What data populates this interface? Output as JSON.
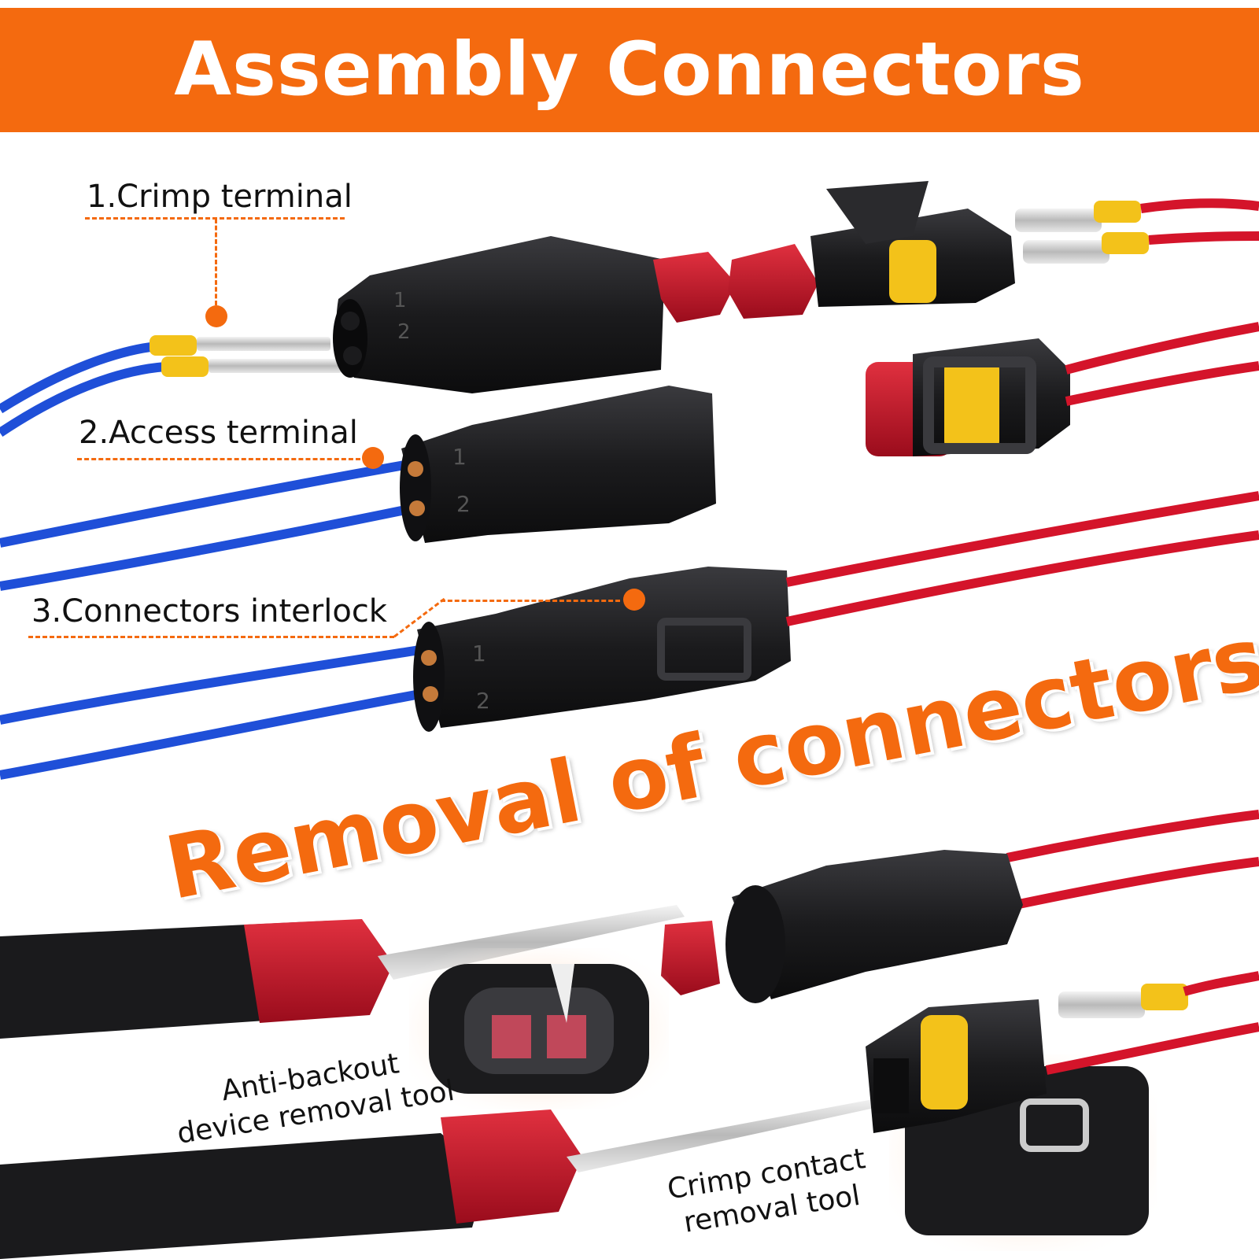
{
  "header": {
    "title": "Assembly Connectors"
  },
  "steps": [
    {
      "label": "1.Crimp terminal"
    },
    {
      "label": "2.Access terminal"
    },
    {
      "label": "3.Connectors interlock"
    }
  ],
  "removal": {
    "title": "Removal of connectors"
  },
  "tools": {
    "anti_backout": {
      "line1": "Anti-backout",
      "line2": "device removal tool"
    },
    "crimp_contact": {
      "line1": "Crimp contact",
      "line2": "removal tool"
    }
  },
  "connector_pins": [
    "1",
    "2"
  ],
  "colors": {
    "accent": "#f46a0f",
    "wire_blue": "#1f4fd8",
    "wire_red": "#d4142a",
    "housing_black": "#1b1b1d",
    "seal_yellow": "#f3c21a",
    "lock_red": "#d9142b"
  }
}
